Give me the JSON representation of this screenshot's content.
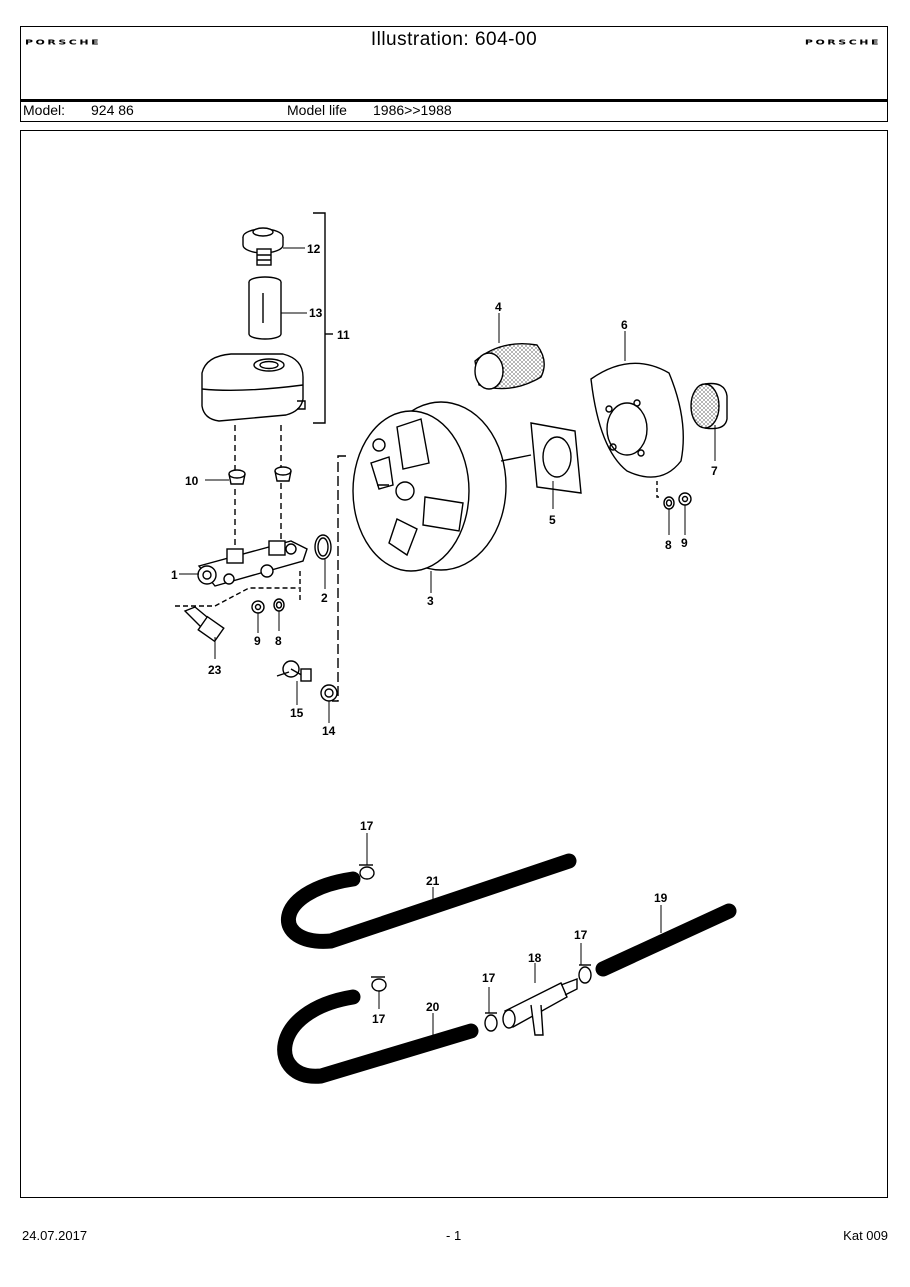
{
  "header": {
    "title": "Illustration: 604-00",
    "logo_left": "PORSCHE",
    "logo_right": "PORSCHE",
    "model_label": "Model:",
    "model_value": "924 86",
    "model_life_label": "Model life",
    "model_life_value": "1986>>1988"
  },
  "callouts": {
    "c1": "1",
    "c2": "2",
    "c3": "3",
    "c4": "4",
    "c5": "5",
    "c6": "6",
    "c7": "7",
    "c8a": "8",
    "c9a": "9",
    "c8b": "8",
    "c9b": "9",
    "c10": "10",
    "c11": "11",
    "c12": "12",
    "c13": "13",
    "c14": "14",
    "c15": "15",
    "c17a": "17",
    "c17b": "17",
    "c17c": "17",
    "c17d": "17",
    "c18": "18",
    "c19": "19",
    "c20": "20",
    "c21": "21",
    "c23": "23"
  },
  "footer": {
    "date": "24.07.2017",
    "page": "- 1",
    "catalog": "Kat 009"
  }
}
